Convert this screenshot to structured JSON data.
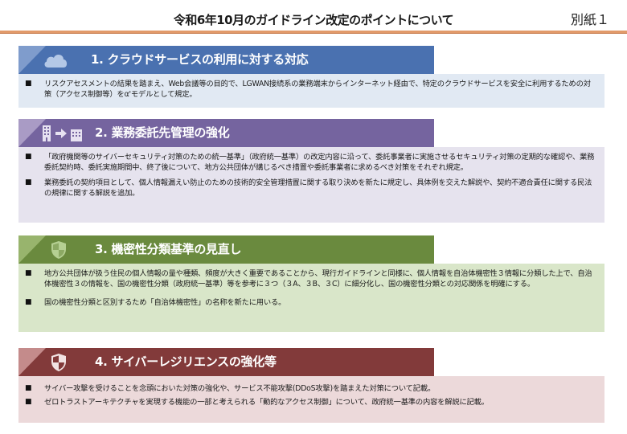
{
  "page": {
    "title": "令和6年10月のガイドライン改定のポイントについて",
    "annex_label": "別紙１",
    "rule_color": "#e29a6a"
  },
  "sections": [
    {
      "number": "1.",
      "heading": "1. クラウドサービスの利用に対する対応",
      "icon": "cloud-icon",
      "header_color": "#4a71b0",
      "triangle_color": "#7f9ccc",
      "body_color": "#e1e9f3",
      "bullets": [
        "リスクアセスメントの結果を踏まえ、Web会議等の目的で、LGWAN接続系の業務端末からインターネット経由で、特定のクラウドサービスを安全に利用するための対策（アクセス制御等）をα'モデルとして規定。"
      ]
    },
    {
      "number": "2.",
      "heading": "2. 業務委託先管理の強化",
      "icon": "building-to-building-icon",
      "header_color": "#75649f",
      "triangle_color": "#a99bc5",
      "body_color": "#e6e3ee",
      "bullets": [
        "「政府機関等のサイバーセキュリティ対策のための統一基準」（政府統一基準）の改定内容に沿って、委託事業者に実施させるセキュリティ対策の定期的な確認や、業務委託契約時、委託実施期間中、終了後について、地方公共団体が講じるべき措置や委託事業者に求めるべき対策をそれぞれ規定。",
        "業務委託の契約項目として、個人情報漏えい防止のための技術的安全管理措置に関する取り決めを新たに規定し、具体例を交えた解説や、契約不適合責任に関する民法の規律に関する解説を追加。"
      ]
    },
    {
      "number": "3.",
      "heading": "3. 機密性分類基準の見直し",
      "icon": "shield-icon",
      "header_color": "#6a8a3e",
      "triangle_color": "#98b46d",
      "body_color": "#d9e6c9",
      "bullets": [
        "地方公共団体が扱う住民の個人情報の量や種類、頻度が大きく重要であることから、現行ガイドラインと同様に、個人情報を自治体機密性３情報に分類した上で、自治体機密性３の情報を、国の機密性分類（政府統一基準）等を参考に３つ（３A、３B、３C）に細分化し、国の機密性分類との対応関係を明確にする。",
        "国の機密性分類と区別するため「自治体機密性」の名称を新たに用いる。"
      ]
    },
    {
      "number": "4.",
      "heading": "4. サイバーレジリエンスの強化等",
      "icon": "shield-icon",
      "header_color": "#823a3a",
      "triangle_color": "#c48b8b",
      "body_color": "#ecd9da",
      "bullets": [
        "サイバー攻撃を受けることを念頭においた対策の強化や、サービス不能攻撃(DDoS攻撃)を踏まえた対策について記載。",
        "ゼロトラストアーキテクチャを実現する機能の一部と考えられる「動的なアクセス制御」について、政府統一基準の内容を解説に記載。"
      ]
    }
  ],
  "bullet_mark": "■"
}
